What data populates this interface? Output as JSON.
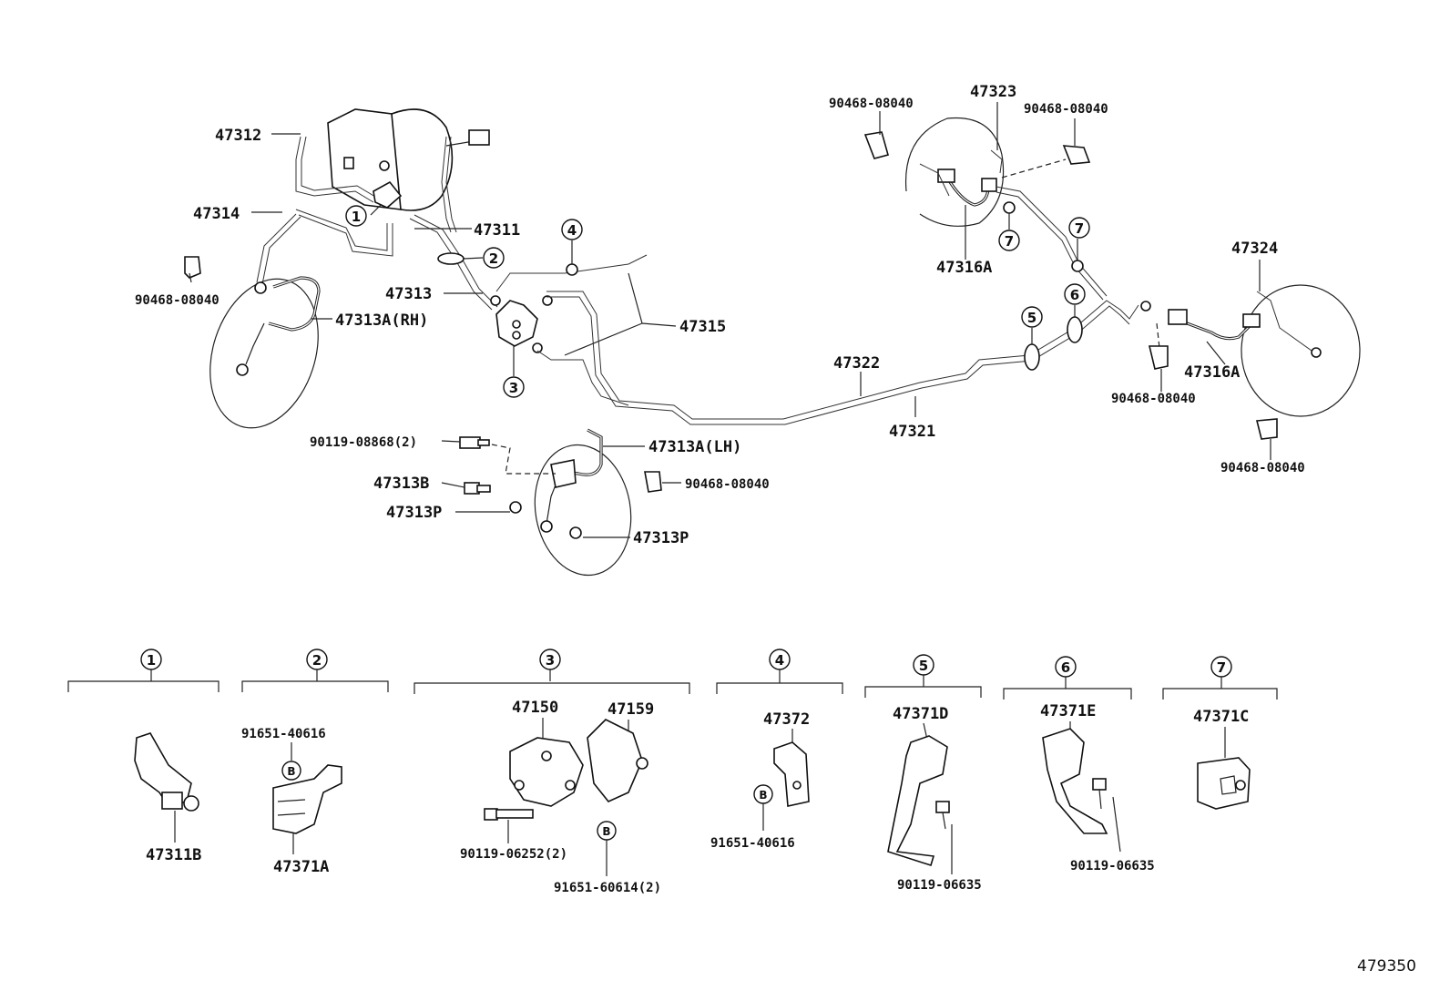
{
  "diagram_id": "479350",
  "callouts": {
    "c1": "1",
    "c2": "2",
    "c3": "3",
    "c4": "4",
    "c5": "5",
    "c6": "6",
    "c7": "7",
    "b": "B"
  },
  "labels": {
    "p47312": "47312",
    "p47314": "47314",
    "p47311": "47311",
    "p90468_left": "90468-08040",
    "p47313": "47313",
    "p47313A_RH": "47313A(RH)",
    "p47315": "47315",
    "p47322": "47322",
    "p47321": "47321",
    "p90119_08868": "90119-08868(2)",
    "p47313A_LH": "47313A(LH)",
    "p47313B": "47313B",
    "p90468_mid": "90468-08040",
    "p47313P_a": "47313P",
    "p47313P_b": "47313P",
    "p90468_tl": "90468-08040",
    "p47323": "47323",
    "p90468_tr": "90468-08040",
    "p47316A_a": "47316A",
    "p47324": "47324",
    "p47316A_b": "47316A",
    "p90468_r1": "90468-08040",
    "p90468_r2": "90468-08040"
  },
  "details": {
    "d1": {
      "part": "47311B"
    },
    "d2": {
      "bolt": "91651-40616",
      "part": "47371A"
    },
    "d3": {
      "part_a": "47150",
      "part_b": "47159",
      "bolt_a": "90119-06252(2)",
      "bolt_b": "91651-60614(2)"
    },
    "d4": {
      "part": "47372",
      "bolt": "91651-40616"
    },
    "d5": {
      "part": "47371D",
      "bolt": "90119-06635"
    },
    "d6": {
      "part": "47371E",
      "bolt": "90119-06635"
    },
    "d7": {
      "part": "47371C"
    }
  }
}
